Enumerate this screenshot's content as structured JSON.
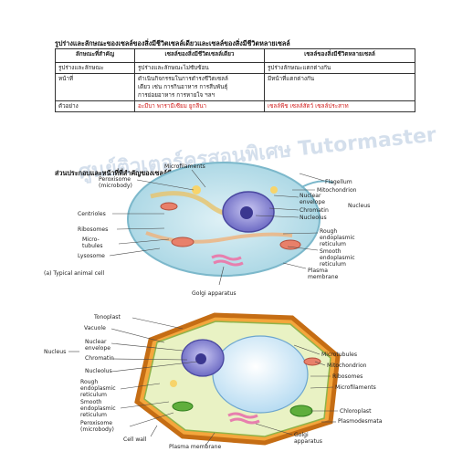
{
  "table": {
    "title": "รูปร่างและลักษณะของเซลล์ของสิ่งมีชีวิตเซลล์เดียวและเซลล์ของสิ่งมีชีวิตหลายเซลล์",
    "headers": [
      "ลักษณะที่สำคัญ",
      "เซลล์ของสิ่งมีชีวิตเซลล์เดียว",
      "เซลล์ของสิ่งมีชีวิตหลายเซลล์"
    ],
    "rows": [
      {
        "label": "รูปร่างและลักษณะ",
        "single": [
          "รูปร่างและลักษณะไม่ซับซ้อน"
        ],
        "multi": [
          "รูปร่างลักษณะแตกต่างกัน"
        ]
      },
      {
        "label": "หน้าที่",
        "single": [
          "ดำเนินกิจกรรมในการดำรงชีวิตเซลล์",
          "เดียว เช่น การกินอาหาร การสืบพันธุ์",
          "การย่อยอาหาร การหายใจ ฯลฯ"
        ],
        "multi": [
          "มีหน้าที่แตกต่างกัน"
        ]
      },
      {
        "label": "ตัวอย่าง",
        "single": [
          "อะมีบา พารามีเซียม ยูกลีนา"
        ],
        "multi": [
          "เซลล์พืช เซลล์สัตว์ เซลล์ประสาท"
        ]
      }
    ]
  },
  "watermark": "ศูนย์ติวเตอร์ครูสอนพิเศษ Tutormaster",
  "section_title": "ส่วนประกอบและหน้าที่ที่สำคัญของเซลล์พืชและเซลล์สัตว์",
  "animal": {
    "caption": "(a) Typical animal cell",
    "labels": {
      "microfilaments": "Microfilaments",
      "peroxisome": "Peroxisome\n(microbody)",
      "centrioles": "Centrioles",
      "ribosomes": "Ribosomes",
      "microtubules": "Micro-\ntubules",
      "lysosome": "Lysosome",
      "flagellum": "Flagellum",
      "mitochondrion": "Mitochondrion",
      "nuclear_envelope": "Nuclear\nenvelope",
      "chromatin": "Chromatin",
      "nucleolus": "Nucleolus",
      "nucleus": "Nucleus",
      "rough_er": "Rough\nendoplasmic\nreticulum",
      "smooth_er": "Smooth\nendoplasmic\nreticulum",
      "plasma_membrane": "Plasma\nmembrane",
      "golgi": "Golgi apparatus"
    }
  },
  "plant": {
    "labels": {
      "tonoplast": "Tonoplast",
      "vacuole": "Vacuole",
      "nuclear_envelope": "Nuclear\nenvelope",
      "chromatin": "Chromatin",
      "nucleolus": "Nucleolus",
      "nucleus": "Nucleus",
      "rough_er": "Rough\nendoplasmic\nreticulum",
      "smooth_er": "Smooth\nendoplasmic\nreticulum",
      "peroxisome": "Peroxisome\n(microbody)",
      "cell_wall": "Cell wall",
      "plasma_membrane": "Plasma membrane",
      "microtubules": "Microtubules",
      "mitochondrion": "Mitochondrion",
      "ribosomes": "Ribosomes",
      "microfilaments": "Microfilaments",
      "chloroplast": "Chloroplast",
      "plasmodesmata": "Plasmodesmata",
      "golgi": "Golgi\napparatus"
    }
  }
}
